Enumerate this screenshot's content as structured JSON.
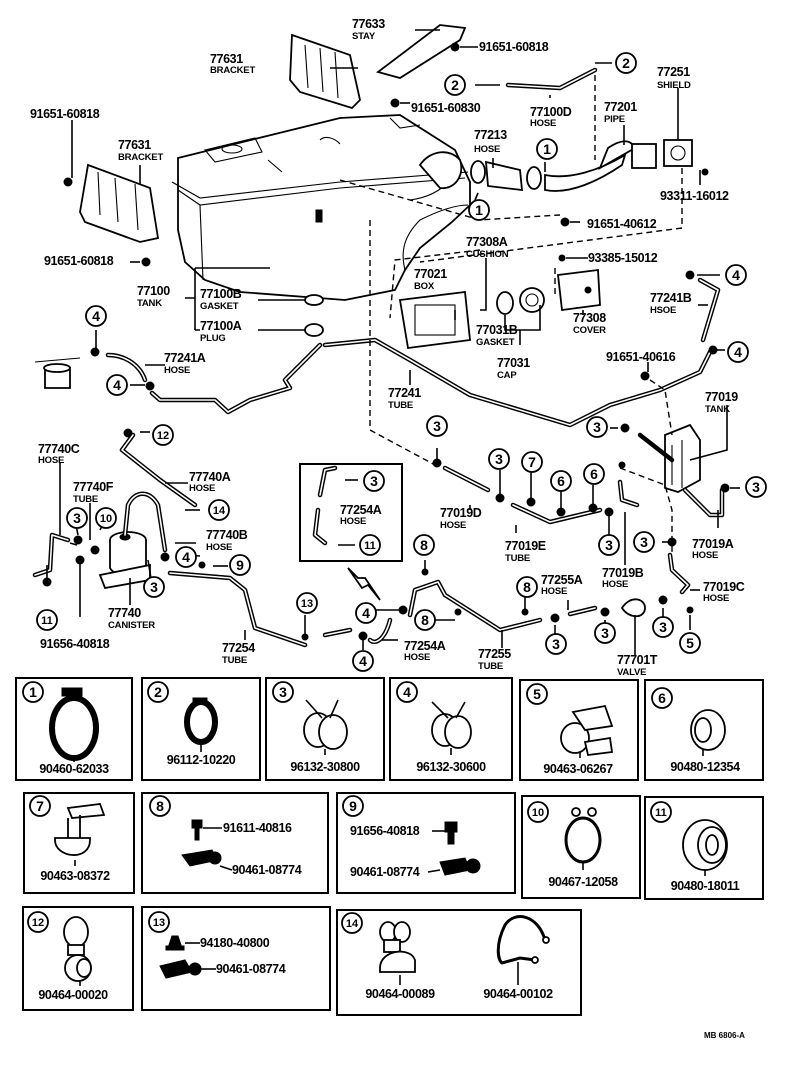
{
  "diagram": {
    "title": "Fuel tank and evaporative emission parts diagram",
    "drawing_code": "MB 6806-A",
    "callouts": {
      "c77633": {
        "number": "77633",
        "name": "STAY"
      },
      "c91651_60818_top": {
        "number": "91651-60818"
      },
      "c77631_top": {
        "number": "77631",
        "name": "BRACKET"
      },
      "c91651_60830": {
        "number": "91651-60830"
      },
      "c77100D": {
        "number": "77100D",
        "name": "HOSE"
      },
      "c77201": {
        "number": "77201",
        "name": "PIPE"
      },
      "c77251": {
        "number": "77251",
        "name": "SHIELD"
      },
      "c93311_16012": {
        "number": "93311-16012"
      },
      "c91651_60818_left": {
        "number": "91651-60818"
      },
      "c77631_left": {
        "number": "77631",
        "name": "BRACKET"
      },
      "c77213": {
        "number": "77213",
        "name": "HOSE"
      },
      "c91651_40612": {
        "number": "91651-40612"
      },
      "c91651_60818_bottom": {
        "number": "91651-60818"
      },
      "c77308A": {
        "number": "77308A",
        "name": "CUSHION"
      },
      "c93385_15012": {
        "number": "93385-15012"
      },
      "c77021": {
        "number": "77021",
        "name": "BOX"
      },
      "c77100": {
        "number": "77100",
        "name": "TANK"
      },
      "c77100B": {
        "number": "77100B",
        "name": "GASKET"
      },
      "c77100A": {
        "number": "77100A",
        "name": "PLUG"
      },
      "c77031B": {
        "number": "77031B",
        "name": "GASKET"
      },
      "c77308": {
        "number": "77308",
        "name": "COVER"
      },
      "c77241B": {
        "number": "77241B",
        "name": "HSOE"
      },
      "c77031": {
        "number": "77031",
        "name": "CAP"
      },
      "c91651_40616": {
        "number": "91651-40616"
      },
      "c77241A": {
        "number": "77241A",
        "name": "HOSE"
      },
      "c77241": {
        "number": "77241",
        "name": "TUBE"
      },
      "c77019": {
        "number": "77019",
        "name": "TANK"
      },
      "c77740C": {
        "number": "77740C",
        "name": "HOSE"
      },
      "c77740A": {
        "number": "77740A",
        "name": "HOSE"
      },
      "c77740F": {
        "number": "77740F",
        "name": "TUBE"
      },
      "c77740B": {
        "number": "77740B",
        "name": "HOSE"
      },
      "c77254A_inset": {
        "number": "77254A",
        "name": "HOSE"
      },
      "c77019D": {
        "number": "77019D",
        "name": "HOSE"
      },
      "c77019E": {
        "number": "77019E",
        "name": "TUBE"
      },
      "c77019A": {
        "number": "77019A",
        "name": "HOSE"
      },
      "c77019B": {
        "number": "77019B",
        "name": "HOSE"
      },
      "c77019C": {
        "number": "77019C",
        "name": "HOSE"
      },
      "c77255A": {
        "number": "77255A",
        "name": "HOSE"
      },
      "c77740": {
        "number": "77740",
        "name": "CANISTER"
      },
      "c91656_40818": {
        "number": "91656-40818"
      },
      "c77254": {
        "number": "77254",
        "name": "TUBE"
      },
      "c77254A": {
        "number": "77254A",
        "name": "HOSE"
      },
      "c77255": {
        "number": "77255",
        "name": "TUBE"
      },
      "c77701T": {
        "number": "77701T",
        "name": "VALVE"
      }
    },
    "ref_markers": [
      "1",
      "2",
      "3",
      "4",
      "5",
      "6",
      "7",
      "8",
      "9",
      "10",
      "11",
      "12",
      "13",
      "14"
    ],
    "parts_boxes": [
      {
        "ref": "1",
        "parts": [
          "90460-62033"
        ]
      },
      {
        "ref": "2",
        "parts": [
          "96112-10220"
        ]
      },
      {
        "ref": "3",
        "parts": [
          "96132-30800"
        ]
      },
      {
        "ref": "4",
        "parts": [
          "96132-30600"
        ]
      },
      {
        "ref": "5",
        "parts": [
          "90463-06267"
        ]
      },
      {
        "ref": "6",
        "parts": [
          "90480-12354"
        ]
      },
      {
        "ref": "7",
        "parts": [
          "90463-08372"
        ]
      },
      {
        "ref": "8",
        "parts": [
          "91611-40816",
          "90461-08774"
        ]
      },
      {
        "ref": "9",
        "parts": [
          "91656-40818",
          "90461-08774"
        ]
      },
      {
        "ref": "10",
        "parts": [
          "90467-12058"
        ]
      },
      {
        "ref": "11",
        "parts": [
          "90480-18011"
        ]
      },
      {
        "ref": "12",
        "parts": [
          "90464-00020"
        ]
      },
      {
        "ref": "13",
        "parts": [
          "94180-40800",
          "90461-08774"
        ]
      },
      {
        "ref": "14",
        "parts": [
          "90464-00089",
          "90464-00102"
        ]
      }
    ]
  }
}
